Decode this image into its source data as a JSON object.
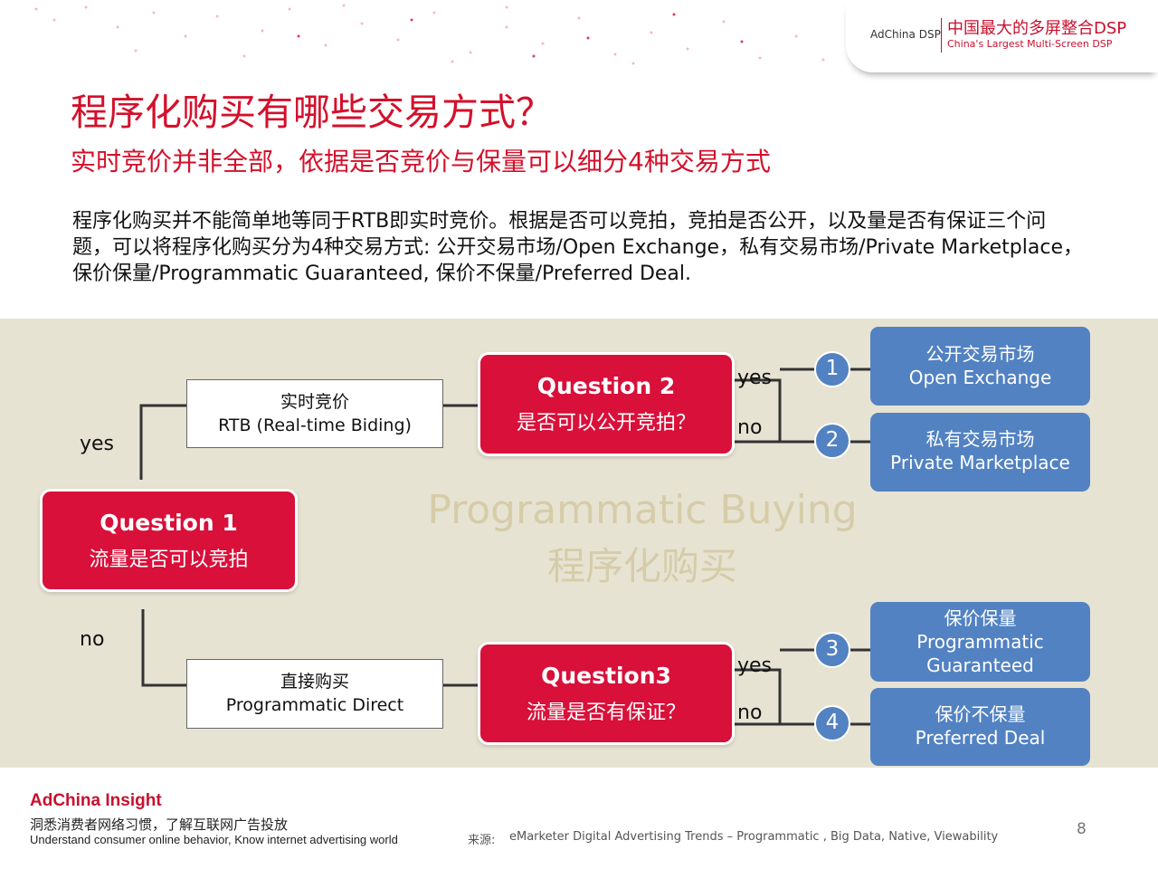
{
  "header": {
    "brand_name": "AdChina DSP",
    "slogan_cn": "中国最大的多屏整合DSP",
    "slogan_en": "China's Largest Multi-Screen DSP"
  },
  "title": "程序化购买有哪些交易方式？",
  "subtitle": "实时竞价并非全部，依据是否竞价与保量可以细分4种交易方式",
  "intro": "程序化购买并不能简单地等同于RTB即实时竞价。根据是否可以竞拍，竞拍是否公开，以及量是否有保证三个问题，可以将程序化购买分为4种交易方式: 公开交易市场/Open Exchange，私有交易市场/Private Marketplace，保价保量/Programmatic Guaranteed, 保价不保量/Preferred Deal.",
  "diagram": {
    "q1": {
      "title": "Question 1",
      "text": "流量是否可以竞拍"
    },
    "q2": {
      "title": "Question 2",
      "text": "是否可以公开竞拍？"
    },
    "q3": {
      "title": "Question3",
      "text": "流量是否有保证？"
    },
    "rtb": {
      "line1": "实时竞价",
      "line2": "RTB (Real-time Biding)"
    },
    "direct": {
      "line1": "直接购买",
      "line2": "Programmatic Direct"
    },
    "labels": {
      "q1_yes": "yes",
      "q1_no": "no",
      "q2_yes": "yes",
      "q2_no": "no",
      "q3_yes": "yes",
      "q3_no": "no"
    },
    "outcomes": [
      {
        "num": "1",
        "cn": "公开交易市场",
        "en": "Open Exchange"
      },
      {
        "num": "2",
        "cn": "私有交易市场",
        "en": "Private Marketplace"
      },
      {
        "num": "3",
        "cn": "保价保量",
        "en1": "Programmatic",
        "en2": "Guaranteed"
      },
      {
        "num": "4",
        "cn": "保价不保量",
        "en": "Preferred Deal"
      }
    ],
    "watermark_en": "Programmatic Buying",
    "watermark_cn": "程序化购买",
    "colors": {
      "red": "#d8103a",
      "blue": "#5282c2",
      "band": "#e7e3d3"
    }
  },
  "footer": {
    "brand": "AdChina Insight",
    "slogan_cn": "洞悉消费者网络习惯，了解互联网广告投放",
    "slogan_en": "Understand consumer online behavior, Know internet advertising world",
    "source_label": "来源:",
    "source_text": "eMarketer Digital Advertising Trends – Programmatic , Big Data, Native, Viewability",
    "page_number": "8"
  }
}
